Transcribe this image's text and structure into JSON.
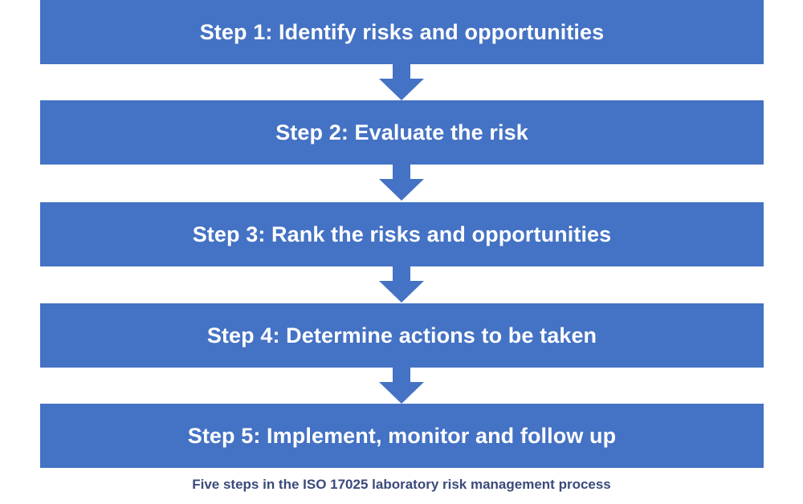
{
  "diagram": {
    "title": "Five steps in the ISO 17025 laboratory risk management process",
    "caption": "Five steps in the ISO 17025 laboratory risk management process",
    "colors": {
      "box_fill": "#4472C4",
      "box_text": "#FFFFFF",
      "arrow_fill": "#4472C4",
      "caption_text": "#3A4A7A",
      "background": "#FFFFFF"
    },
    "steps": [
      {
        "label": "Step 1: Identify risks and opportunities"
      },
      {
        "label": "Step 2: Evaluate the risk"
      },
      {
        "label": "Step 3: Rank the risks and opportunities"
      },
      {
        "label": "Step 4: Determine actions to be taken"
      },
      {
        "label": "Step 5: Implement, monitor and follow up"
      }
    ],
    "connectors": [
      {
        "name": "arrow-step1-to-step2"
      },
      {
        "name": "arrow-step2-to-step3"
      },
      {
        "name": "arrow-step3-to-step4"
      },
      {
        "name": "arrow-step4-to-step5"
      }
    ]
  }
}
